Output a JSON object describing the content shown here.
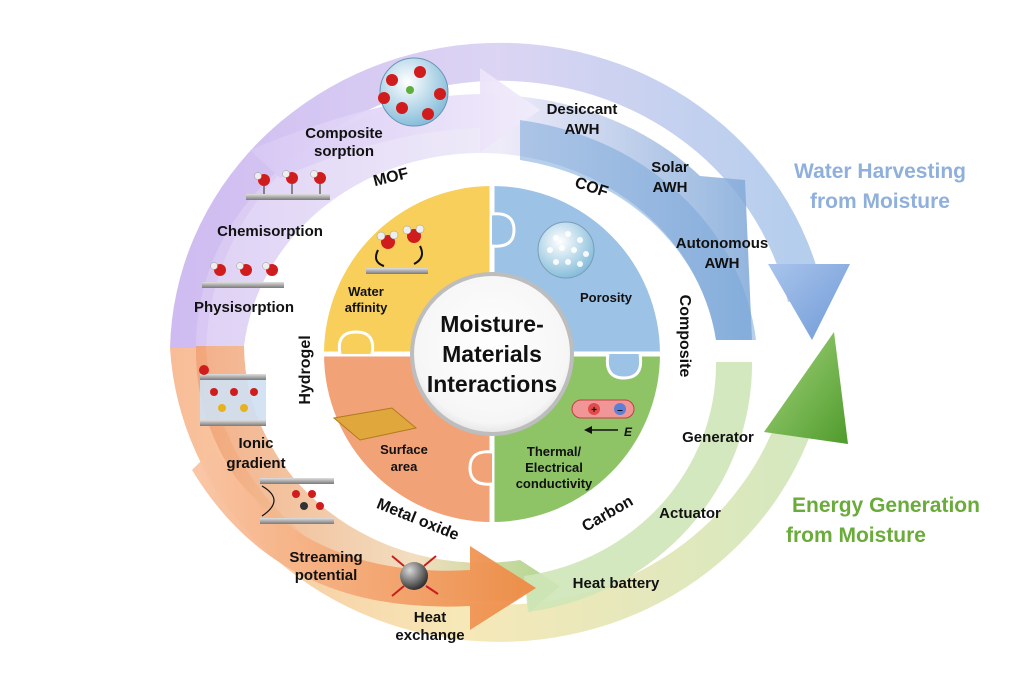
{
  "center": {
    "line1": "Moisture-",
    "line2": "Materials",
    "line3": "Interactions"
  },
  "quadrants": {
    "mof": {
      "name": "MOF",
      "property_line1": "Water",
      "property_line2": "affinity",
      "color": "#f7cf5a"
    },
    "cof": {
      "name": "COF",
      "property": "Porosity",
      "color": "#9cc2e5"
    },
    "carbon": {
      "name": "Carbon",
      "property_line1": "Thermal/",
      "property_line2": "Electrical",
      "property_line3": "conductivity",
      "color": "#8fc466"
    },
    "metal_oxide": {
      "name": "Metal oxide",
      "property_line1": "Surface",
      "property_line2": "area",
      "color": "#f2a277"
    }
  },
  "ring_labels": {
    "hydrogel": "Hydrogel",
    "composite": "Composite"
  },
  "water_harvesting": {
    "title_line1": "Water Harvesting",
    "title_line2": "from Moisture",
    "title_color": "#8fb0dc",
    "items": {
      "composite_sorption_1": "Composite",
      "composite_sorption_2": "sorption",
      "chemisorption": "Chemisorption",
      "physisorption": "Physisorption",
      "desiccant_1": "Desiccant",
      "desiccant_2": "AWH",
      "solar_1": "Solar",
      "solar_2": "AWH",
      "autonomous_1": "Autonomous",
      "autonomous_2": "AWH"
    }
  },
  "energy_generation": {
    "title_line1": "Energy Generation",
    "title_line2": "from Moisture",
    "title_color": "#6aab3a",
    "items": {
      "ionic_1": "Ionic",
      "ionic_2": "gradient",
      "streaming_1": "Streaming",
      "streaming_2": "potential",
      "heat_exchange_1": "Heat",
      "heat_exchange_2": "exchange",
      "heat_battery": "Heat battery",
      "actuator": "Actuator",
      "generator": "Generator"
    }
  },
  "carbon_inset": {
    "field_label": "E",
    "plus": "+",
    "minus": "–"
  }
}
